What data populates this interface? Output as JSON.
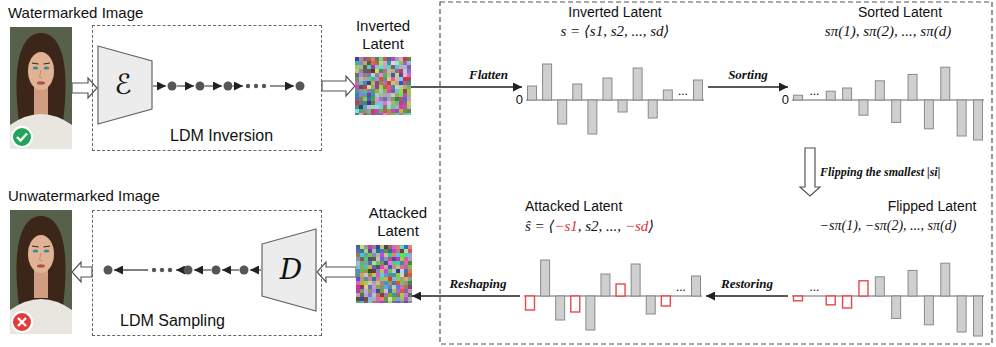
{
  "diagram": {
    "nodes": [
      {
        "text": [
          "Watermarked Image"
        ]
      },
      {
        "text": [
          "LDM Inversion"
        ]
      },
      {
        "text": [
          "ℰ"
        ],
        "in": 1
      },
      {
        "text": [
          "Inverted Latent"
        ]
      },
      {
        "text": [
          "Inverted Latent",
          "s = ⟨s1, s2, ..., sd⟩"
        ]
      },
      {
        "text": [
          "Sorted Latent",
          "sπ(1), sπ(2), ..., sπ(d)"
        ]
      },
      {
        "text": [
          "Unwatermarked Image"
        ]
      },
      {
        "text": [
          "LDM Sampling"
        ]
      },
      {
        "text": [
          "D"
        ],
        "in": 7
      },
      {
        "text": [
          "Attacked Latent"
        ]
      },
      {
        "text": [
          "Attacked Latent",
          "ŝ = ⟨−s1, s2, ..., −sd⟩"
        ]
      },
      {
        "text": [
          "Flipped Latent",
          "−sπ(1), −sπ(2), ..., sπ(d)"
        ]
      }
    ],
    "edges": [
      {
        "from": 0,
        "to": 2,
        "arrow": "to"
      },
      {
        "from": 1,
        "to": 3,
        "arrow": "to"
      },
      {
        "from": 3,
        "to": 4,
        "label": "Flatten",
        "arrow": "to"
      },
      {
        "from": 4,
        "to": 5,
        "label": "Sorting",
        "arrow": "to"
      },
      {
        "from": 5,
        "to": 11,
        "label": "Flipping the smallest |si|",
        "arrow": "to"
      },
      {
        "from": 11,
        "to": 10,
        "label": "Restoring",
        "arrow": "to"
      },
      {
        "from": 10,
        "to": 9,
        "label": "Reshaping",
        "arrow": "to"
      },
      {
        "from": 9,
        "to": 8,
        "arrow": "to"
      },
      {
        "from": 7,
        "to": 6,
        "arrow": "to"
      }
    ],
    "labels": [
      "0",
      "...",
      "0",
      "...",
      "...",
      "..."
    ]
  }
}
